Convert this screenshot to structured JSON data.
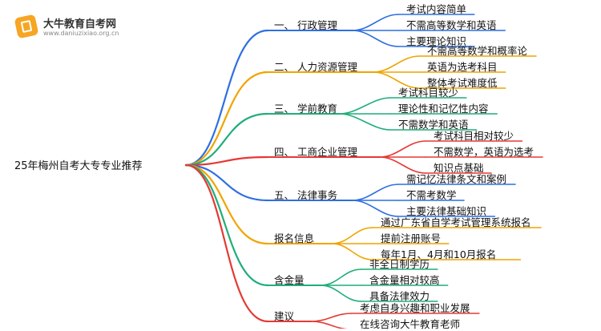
{
  "logo": {
    "name": "大牛教育自考网",
    "url": "www.daniuzixiao.org.cn"
  },
  "root": "25年梅州自考大专专业推荐",
  "branches": [
    {
      "label": "一、 行政管理",
      "color": "#2f6fe0",
      "leaves": [
        "考试内容简单",
        "不需高等数学和英语",
        "主要理论知识"
      ]
    },
    {
      "label": "二、 人力资源管理",
      "color": "#f0a400",
      "leaves": [
        "不需高等数学和概率论",
        "英语为选考科目",
        "整体考试难度低"
      ]
    },
    {
      "label": "三、 学前教育",
      "color": "#1fae78",
      "leaves": [
        "考试科目较少",
        "理论性和记忆性内容",
        "不需数学和英语"
      ]
    },
    {
      "label": "四、 工商企业管理",
      "color": "#e53935",
      "leaves": [
        "考试科目相对较少",
        "不需数学，英语为选考",
        "知识点基础"
      ]
    },
    {
      "label": "五、 法律事务",
      "color": "#2f6fe0",
      "leaves": [
        "需记忆法律条文和案例",
        "不需考数学",
        "主要法律基础知识"
      ]
    },
    {
      "label": "报名信息",
      "color": "#f0a400",
      "leaves": [
        "通过广东省自学考试管理系统报名",
        "提前注册账号",
        "每年1月、4月和10月报名"
      ]
    },
    {
      "label": "含金量",
      "color": "#1fae78",
      "leaves": [
        "非全日制学历",
        "含金量相对较高",
        "具备法律效力"
      ]
    },
    {
      "label": "建议",
      "color": "#e53935",
      "leaves": [
        "考虑自身兴趣和职业发展",
        "在线咨询大牛教育老师"
      ]
    }
  ]
}
